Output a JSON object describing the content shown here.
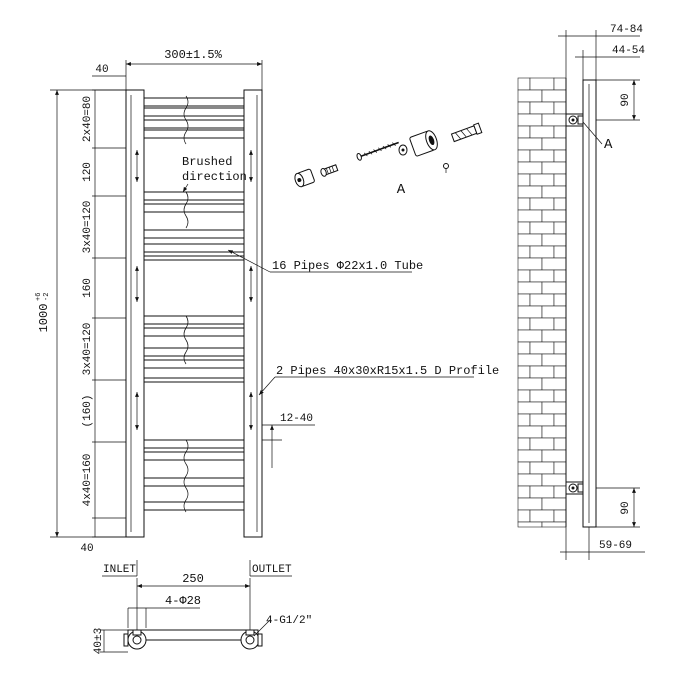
{
  "front_view": {
    "width_label": "300±1.5%",
    "top_margin_label": "40",
    "bottom_margin_label": "40",
    "height_label": "1000",
    "height_tol_upper": "+6",
    "height_tol_lower": "-2",
    "left_dims": [
      "2x40=80",
      "120",
      "3x40=120",
      "160",
      "3x40=120",
      "(160)",
      "4x40=160"
    ],
    "brushed_label": "Brushed",
    "direction_label": "direction",
    "pipes_label": "16 Pipes Φ22x1.0 Tube",
    "profile_label": "2 Pipes 40x30xR15x1.5 D Profile",
    "offset_label": "12-40"
  },
  "fixings": {
    "label": "A"
  },
  "bottom_view": {
    "inlet_label": "INLET",
    "outlet_label": "OUTLET",
    "centres_label": "250",
    "holes_label": "4-Φ28",
    "thread_label": "4-G1/2″",
    "depth_label": "40±3"
  },
  "side_view": {
    "top_dim_1": "74-84",
    "top_dim_2": "44-54",
    "bracket_dim_top": "90",
    "bracket_dim_bottom": "90",
    "detail_label": "A",
    "bottom_dim": "59-69"
  }
}
